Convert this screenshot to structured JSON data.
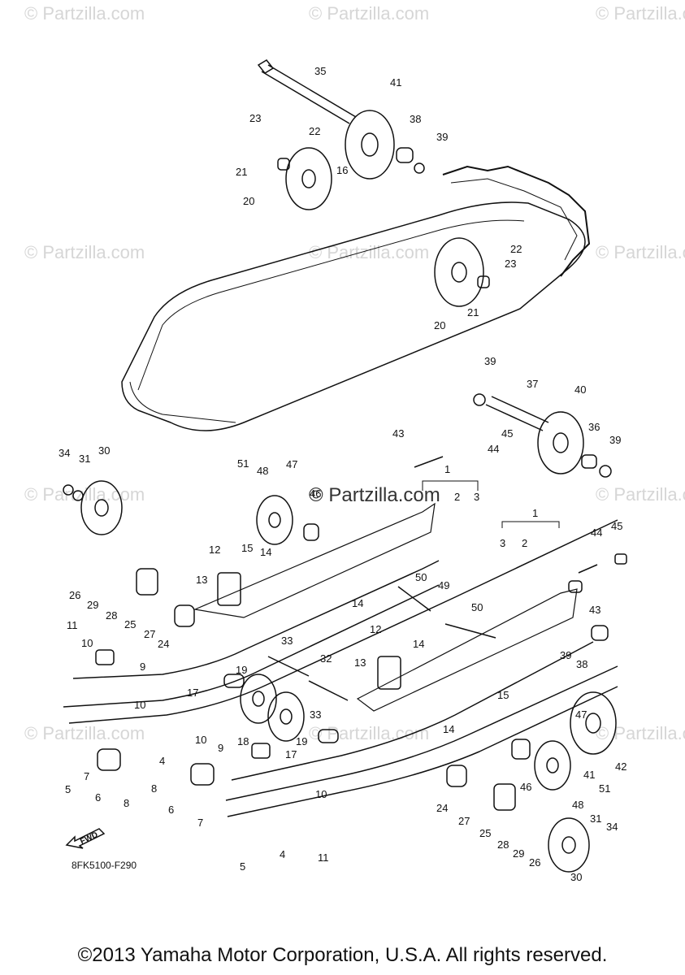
{
  "watermark": "© Partzilla.com",
  "watermark_center": "© Partzilla.com",
  "figure_code": "8FK5100-F290",
  "fwd_label": "FWD",
  "copyright": "©2013 Yamaha Motor Corporation, U.S.A. All rights reserved.",
  "callouts": [
    "35",
    "41",
    "23",
    "22",
    "38",
    "39",
    "21",
    "16",
    "20",
    "22",
    "23",
    "21",
    "20",
    "39",
    "37",
    "40",
    "43",
    "45",
    "44",
    "36",
    "39",
    "34",
    "31",
    "30",
    "51",
    "48",
    "47",
    "46",
    "1",
    "2",
    "3",
    "1",
    "3",
    "2",
    "44",
    "45",
    "12",
    "15",
    "14",
    "13",
    "26",
    "29",
    "28",
    "25",
    "27",
    "24",
    "14",
    "50",
    "49",
    "43",
    "11",
    "10",
    "9",
    "33",
    "19",
    "17",
    "32",
    "50",
    "39",
    "38",
    "12",
    "13",
    "14",
    "10",
    "15",
    "14",
    "18",
    "33",
    "19",
    "17",
    "47",
    "42",
    "4",
    "10",
    "9",
    "7",
    "8",
    "5",
    "6",
    "8",
    "6",
    "7",
    "10",
    "24",
    "27",
    "41",
    "46",
    "51",
    "48",
    "25",
    "28",
    "29",
    "26",
    "31",
    "34",
    "30",
    "11",
    "4",
    "5"
  ]
}
